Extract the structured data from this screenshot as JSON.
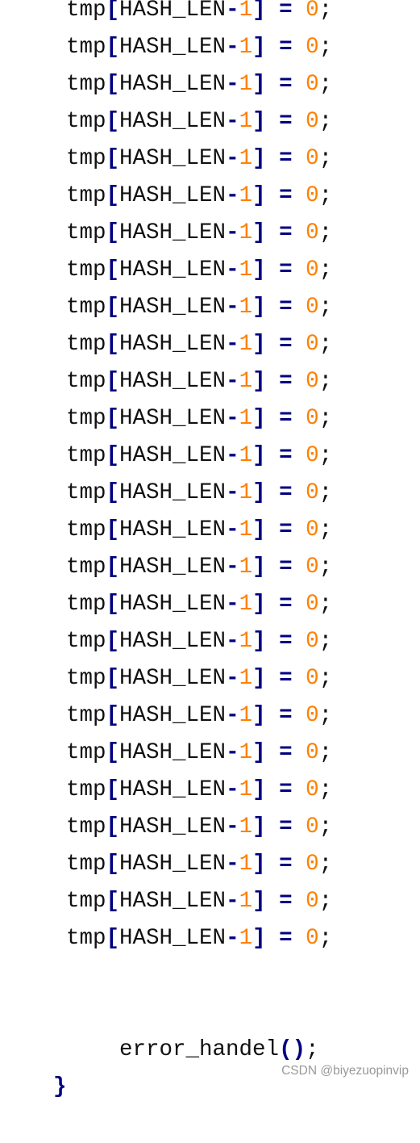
{
  "code": {
    "assign_lines": [
      {
        "var": "tmp",
        "open": "[",
        "index": "HASH_LEN",
        "minus": "-",
        "offset": "1",
        "close": "]",
        "op": "=",
        "value": "0",
        "semi": ";"
      },
      {
        "var": "tmp",
        "open": "[",
        "index": "HASH_LEN",
        "minus": "-",
        "offset": "1",
        "close": "]",
        "op": "=",
        "value": "0",
        "semi": ";"
      },
      {
        "var": "tmp",
        "open": "[",
        "index": "HASH_LEN",
        "minus": "-",
        "offset": "1",
        "close": "]",
        "op": "=",
        "value": "0",
        "semi": ";"
      },
      {
        "var": "tmp",
        "open": "[",
        "index": "HASH_LEN",
        "minus": "-",
        "offset": "1",
        "close": "]",
        "op": "=",
        "value": "0",
        "semi": ";"
      },
      {
        "var": "tmp",
        "open": "[",
        "index": "HASH_LEN",
        "minus": "-",
        "offset": "1",
        "close": "]",
        "op": "=",
        "value": "0",
        "semi": ";"
      },
      {
        "var": "tmp",
        "open": "[",
        "index": "HASH_LEN",
        "minus": "-",
        "offset": "1",
        "close": "]",
        "op": "=",
        "value": "0",
        "semi": ";"
      },
      {
        "var": "tmp",
        "open": "[",
        "index": "HASH_LEN",
        "minus": "-",
        "offset": "1",
        "close": "]",
        "op": "=",
        "value": "0",
        "semi": ";"
      },
      {
        "var": "tmp",
        "open": "[",
        "index": "HASH_LEN",
        "minus": "-",
        "offset": "1",
        "close": "]",
        "op": "=",
        "value": "0",
        "semi": ";"
      },
      {
        "var": "tmp",
        "open": "[",
        "index": "HASH_LEN",
        "minus": "-",
        "offset": "1",
        "close": "]",
        "op": "=",
        "value": "0",
        "semi": ";"
      },
      {
        "var": "tmp",
        "open": "[",
        "index": "HASH_LEN",
        "minus": "-",
        "offset": "1",
        "close": "]",
        "op": "=",
        "value": "0",
        "semi": ";"
      },
      {
        "var": "tmp",
        "open": "[",
        "index": "HASH_LEN",
        "minus": "-",
        "offset": "1",
        "close": "]",
        "op": "=",
        "value": "0",
        "semi": ";"
      },
      {
        "var": "tmp",
        "open": "[",
        "index": "HASH_LEN",
        "minus": "-",
        "offset": "1",
        "close": "]",
        "op": "=",
        "value": "0",
        "semi": ";"
      },
      {
        "var": "tmp",
        "open": "[",
        "index": "HASH_LEN",
        "minus": "-",
        "offset": "1",
        "close": "]",
        "op": "=",
        "value": "0",
        "semi": ";"
      },
      {
        "var": "tmp",
        "open": "[",
        "index": "HASH_LEN",
        "minus": "-",
        "offset": "1",
        "close": "]",
        "op": "=",
        "value": "0",
        "semi": ";"
      },
      {
        "var": "tmp",
        "open": "[",
        "index": "HASH_LEN",
        "minus": "-",
        "offset": "1",
        "close": "]",
        "op": "=",
        "value": "0",
        "semi": ";"
      },
      {
        "var": "tmp",
        "open": "[",
        "index": "HASH_LEN",
        "minus": "-",
        "offset": "1",
        "close": "]",
        "op": "=",
        "value": "0",
        "semi": ";"
      },
      {
        "var": "tmp",
        "open": "[",
        "index": "HASH_LEN",
        "minus": "-",
        "offset": "1",
        "close": "]",
        "op": "=",
        "value": "0",
        "semi": ";"
      },
      {
        "var": "tmp",
        "open": "[",
        "index": "HASH_LEN",
        "minus": "-",
        "offset": "1",
        "close": "]",
        "op": "=",
        "value": "0",
        "semi": ";"
      },
      {
        "var": "tmp",
        "open": "[",
        "index": "HASH_LEN",
        "minus": "-",
        "offset": "1",
        "close": "]",
        "op": "=",
        "value": "0",
        "semi": ";"
      },
      {
        "var": "tmp",
        "open": "[",
        "index": "HASH_LEN",
        "minus": "-",
        "offset": "1",
        "close": "]",
        "op": "=",
        "value": "0",
        "semi": ";"
      },
      {
        "var": "tmp",
        "open": "[",
        "index": "HASH_LEN",
        "minus": "-",
        "offset": "1",
        "close": "]",
        "op": "=",
        "value": "0",
        "semi": ";"
      },
      {
        "var": "tmp",
        "open": "[",
        "index": "HASH_LEN",
        "minus": "-",
        "offset": "1",
        "close": "]",
        "op": "=",
        "value": "0",
        "semi": ";"
      },
      {
        "var": "tmp",
        "open": "[",
        "index": "HASH_LEN",
        "minus": "-",
        "offset": "1",
        "close": "]",
        "op": "=",
        "value": "0",
        "semi": ";"
      },
      {
        "var": "tmp",
        "open": "[",
        "index": "HASH_LEN",
        "minus": "-",
        "offset": "1",
        "close": "]",
        "op": "=",
        "value": "0",
        "semi": ";"
      },
      {
        "var": "tmp",
        "open": "[",
        "index": "HASH_LEN",
        "minus": "-",
        "offset": "1",
        "close": "]",
        "op": "=",
        "value": "0",
        "semi": ";"
      },
      {
        "var": "tmp",
        "open": "[",
        "index": "HASH_LEN",
        "minus": "-",
        "offset": "1",
        "close": "]",
        "op": "=",
        "value": "0",
        "semi": ";"
      }
    ],
    "call_line": {
      "name": "error_handel",
      "parens": "()",
      "semi": ";"
    },
    "closing_brace": "}"
  },
  "watermark": "CSDN @biyezuopinvip",
  "colors": {
    "text": "#111111",
    "punctuation": "#000080",
    "number": "#ff8000",
    "background": "#ffffff",
    "watermark": "#999999"
  }
}
